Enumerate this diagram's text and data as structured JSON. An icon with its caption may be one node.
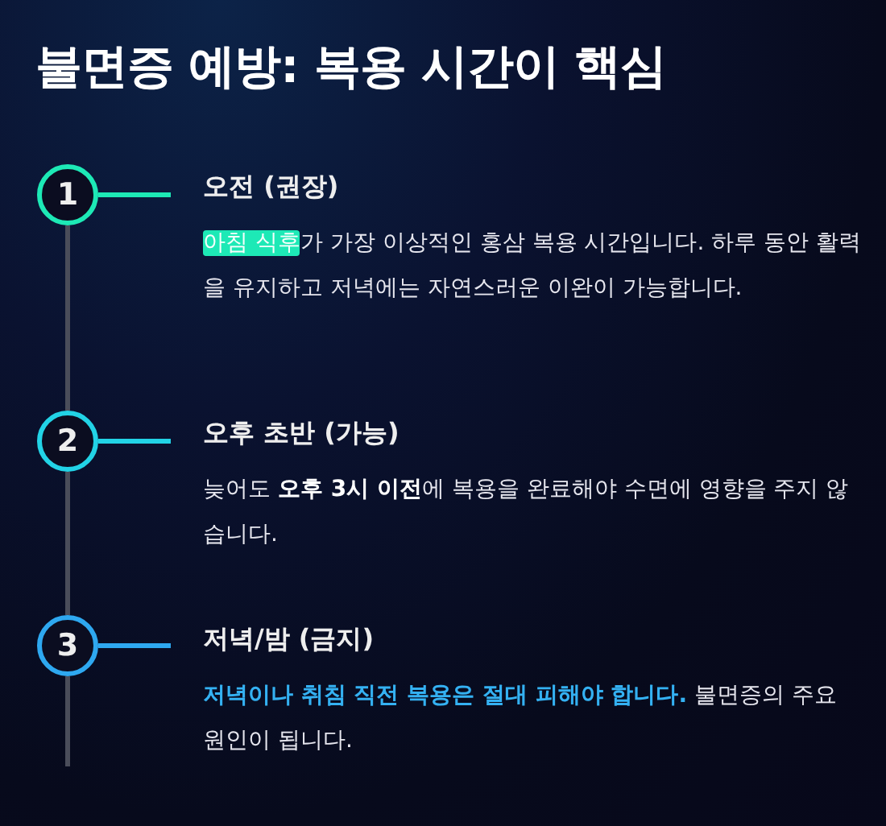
{
  "diagram": {
    "title": "불면증 예방: 복용 시간이 핵심",
    "nodes": [
      {
        "text": [
          "1"
        ]
      },
      {
        "text": [
          "오전 (권장)",
          "**아침 식후**가 가장 이상적인 홍삼 복용 시간입니다. 하루 동안 활력을 유지하고 저녁에는 자연스러운 이완이 가능합니다."
        ]
      },
      {
        "text": [
          "2"
        ]
      },
      {
        "text": [
          "오후 초반 (가능)",
          "늦어도 **오후 3시 이전**에 복용을 완료해야 수면에 영향을 주지 않습니다."
        ]
      },
      {
        "text": [
          "3"
        ]
      },
      {
        "text": [
          "저녁/밤 (금지)",
          "**저녁이나 취침 직전 복용은 절대 피해야 합니다.** 불면증의 주요 원인이 됩니다."
        ]
      }
    ],
    "edges": [
      {
        "from": 0,
        "to": 1,
        "arrow": "none",
        "color": "#1de9b6"
      },
      {
        "from": 2,
        "to": 3,
        "arrow": "none",
        "color": "#22d3e6"
      },
      {
        "from": 4,
        "to": 5,
        "arrow": "none",
        "color": "#2ea8f0"
      },
      {
        "from": 0,
        "to": 2,
        "arrow": "none",
        "color": "#4a4d5a"
      },
      {
        "from": 2,
        "to": 4,
        "arrow": "none",
        "color": "#4a4d5a"
      },
      {
        "from": 4,
        "to": null,
        "arrow": "none",
        "color": "#4a4d5a"
      }
    ]
  }
}
